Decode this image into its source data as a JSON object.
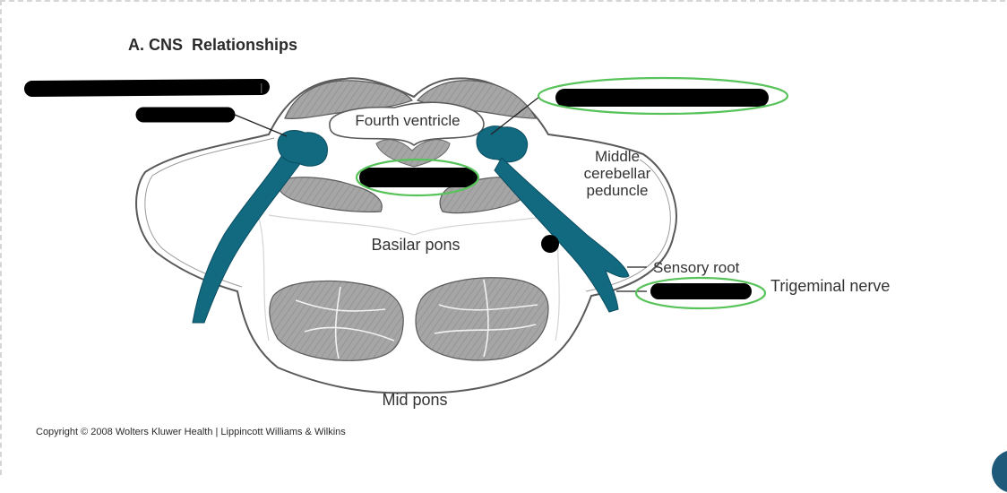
{
  "title": "A. CNS  Relationships",
  "copyright": "Copyright © 2008 Wolters Kluwer Health | Lippincott Williams & Wilkins",
  "labels": {
    "fourth_ventricle": "Fourth ventricle",
    "middle_cerebellar_peduncle": [
      "Middle",
      "cerebellar",
      "peduncle"
    ],
    "basilar_pons": "Basilar pons",
    "sensory_root": "Sensory root",
    "trigeminal_nerve": "Trigeminal nerve",
    "mid_pons": "Mid pons"
  },
  "colors": {
    "nerve": "#126a80",
    "nerve_dark": "#0a4d60",
    "tissue_gray": "#a4a4a4",
    "highlight_ring": "#58c35a",
    "redaction": "#000000",
    "text": "#333333"
  }
}
